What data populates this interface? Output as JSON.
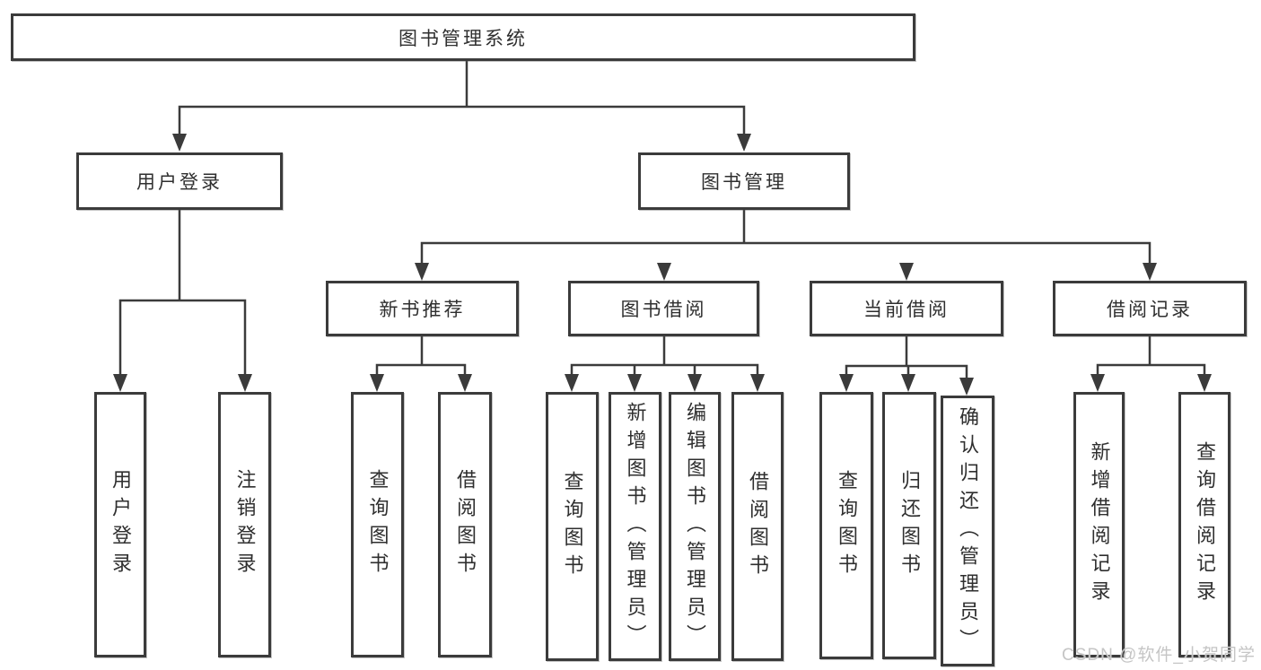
{
  "tree": {
    "root": {
      "label": "图书管理系统"
    },
    "branches": [
      {
        "label": "用户登录",
        "children": [
          {
            "label": "用户登录"
          },
          {
            "label": "注销登录"
          }
        ]
      },
      {
        "label": "图书管理",
        "children": [
          {
            "label": "新书推荐",
            "children": [
              {
                "label": "查询图书"
              },
              {
                "label": "借阅图书"
              }
            ]
          },
          {
            "label": "图书借阅",
            "children": [
              {
                "label": "查询图书"
              },
              {
                "label": "新增图书（管理员）"
              },
              {
                "label": "编辑图书（管理员）"
              },
              {
                "label": "借阅图书"
              }
            ]
          },
          {
            "label": "当前借阅",
            "children": [
              {
                "label": "查询图书"
              },
              {
                "label": "归还图书"
              },
              {
                "label": "确认归还（管理员）"
              }
            ]
          },
          {
            "label": "借阅记录",
            "children": [
              {
                "label": "新增借阅记录"
              },
              {
                "label": "查询借阅记录"
              }
            ]
          }
        ]
      }
    ]
  },
  "watermark": {
    "text": "CSDN @软件_小贺同学"
  },
  "colors": {
    "line": "#3b3b3b",
    "node_border": "#3b3b3b",
    "node_fill": "#ffffff",
    "text": "#2f2f2f",
    "watermark_text": "#c5c5c5",
    "background": "#ffffff"
  }
}
